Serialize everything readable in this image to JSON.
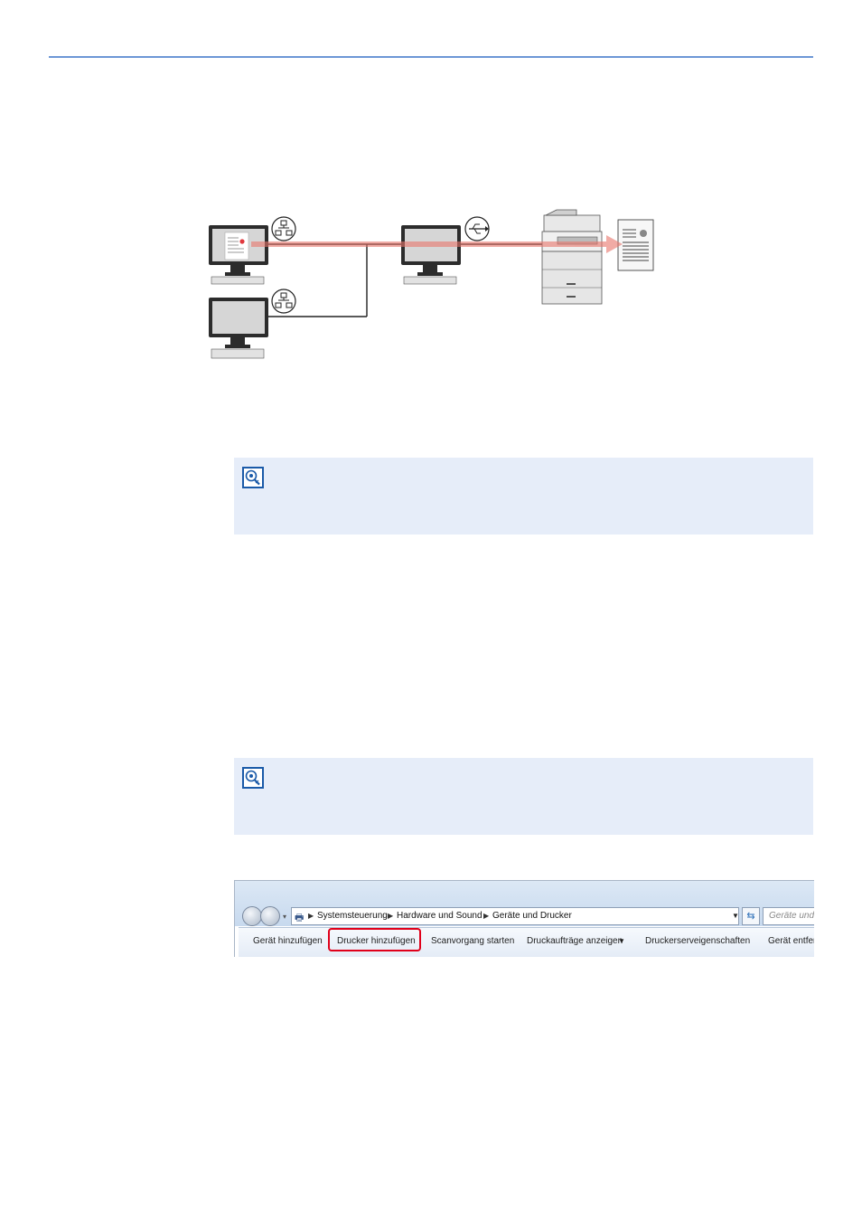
{
  "page": {
    "accent_color": "#6d97d6",
    "note_background": "#e6edf9"
  },
  "diagram": {
    "icons": [
      "client-pc-icon",
      "client-pc-icon",
      "host-pc-icon",
      "network-icon",
      "usb-icon",
      "printer-icon",
      "printed-document-icon"
    ],
    "print_path_color": "#e8746b"
  },
  "notes": [
    {
      "icon": "note-lightbulb-icon"
    },
    {
      "icon": "note-lightbulb-icon"
    }
  ],
  "screenshot": {
    "breadcrumbs": [
      "Systemsteuerung",
      "Hardware und Sound",
      "Geräte und Drucker"
    ],
    "search_placeholder": "Geräte und D",
    "toolbar": {
      "add_device": "Gerät hinzufügen",
      "add_printer": "Drucker hinzufügen",
      "start_scan": "Scanvorgang starten",
      "view_print_jobs": "Druckaufträge anzeigen",
      "print_server_properties": "Druckerserveigenschaften",
      "remove_device": "Gerät entfer"
    },
    "highlight_color": "#e0001a"
  }
}
